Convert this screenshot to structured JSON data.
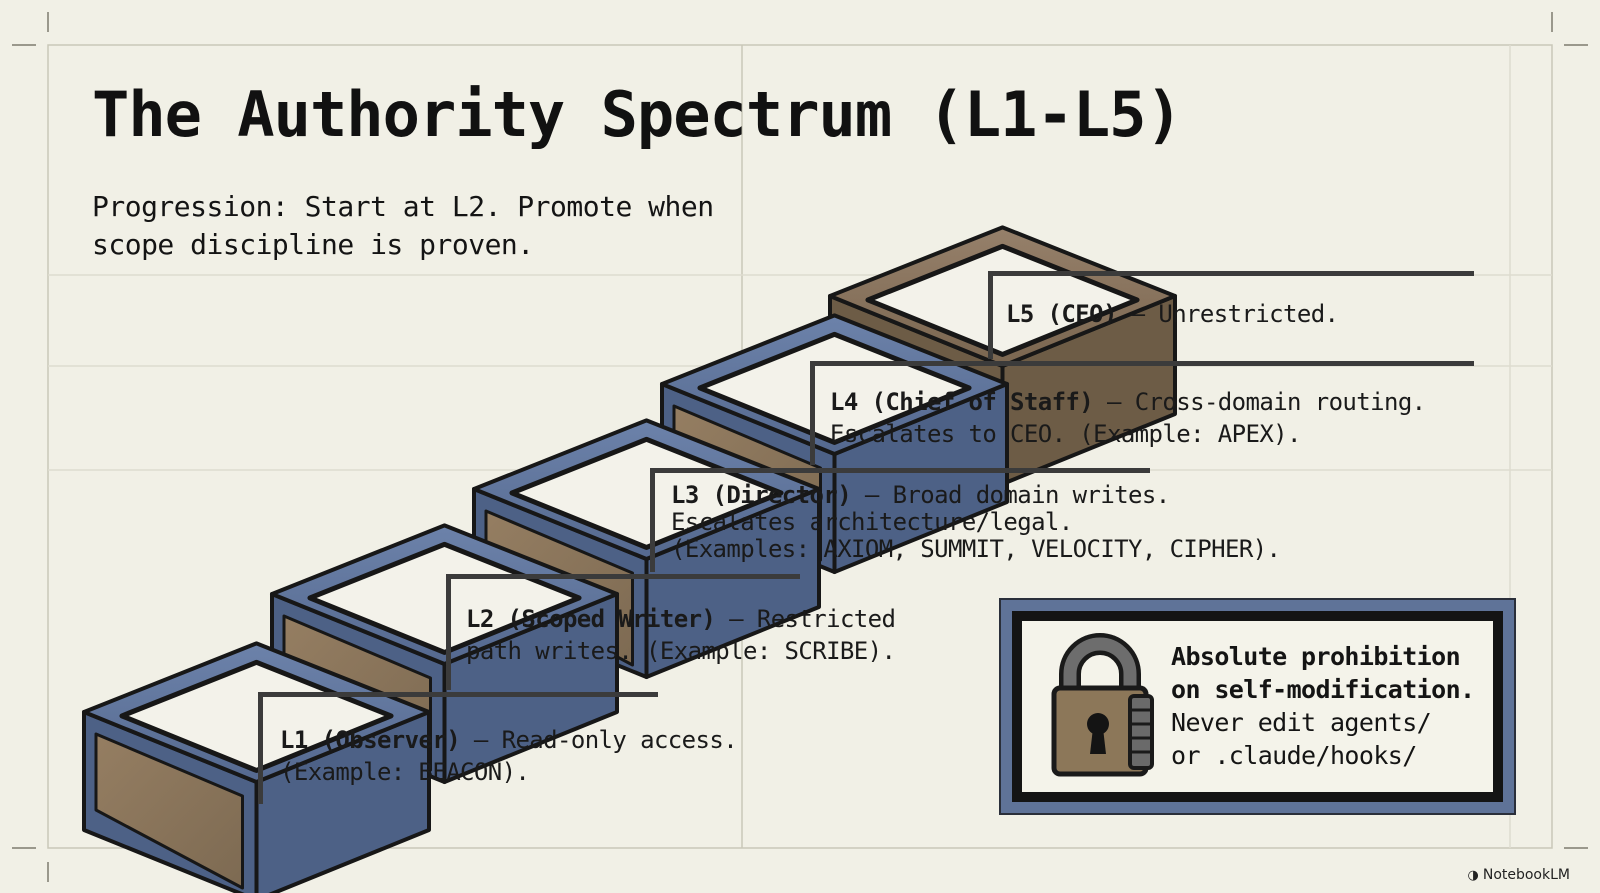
{
  "title": "The Authority Spectrum (L1-L5)",
  "subtitle": "Progression: Start at L2. Promote when scope discipline is proven.",
  "levels": [
    {
      "name": "L1 (Observer)",
      "desc": "— Read-only access.",
      "line2": "(Example: BEACON).",
      "line3": ""
    },
    {
      "name": "L2 (Scoped Writer)",
      "desc": "— Restricted",
      "line2": "path writes. (Example: SCRIBE).",
      "line3": ""
    },
    {
      "name": "L3 (Director)",
      "desc": "— Broad domain writes.",
      "line2": "Escalates architecture/legal.",
      "line3": "(Examples: AXIOM, SUMMIT, VELOCITY, CIPHER)."
    },
    {
      "name": "L4 (Chief of Staff)",
      "desc": "— Cross-domain routing.",
      "line2": "Escalates to CEO. (Example: APEX).",
      "line3": ""
    },
    {
      "name": "L5 (CEO)",
      "desc": "— Unrestricted.",
      "line2": "",
      "line3": ""
    }
  ],
  "prohibition": {
    "heading1": "Absolute prohibition",
    "heading2": "on self-modification.",
    "body1": "Never edit agents/",
    "body2": "or .claude/hooks/",
    "icon": "padlock-icon"
  },
  "brand": {
    "name": "NotebookLM",
    "icon": "notebooklm-logo-icon"
  },
  "colors": {
    "background": "#f1f0e6",
    "step_blue": "#59709a",
    "step_brown": "#8a7458",
    "top_step_brown": "#7c6a52",
    "ink": "#141414"
  }
}
